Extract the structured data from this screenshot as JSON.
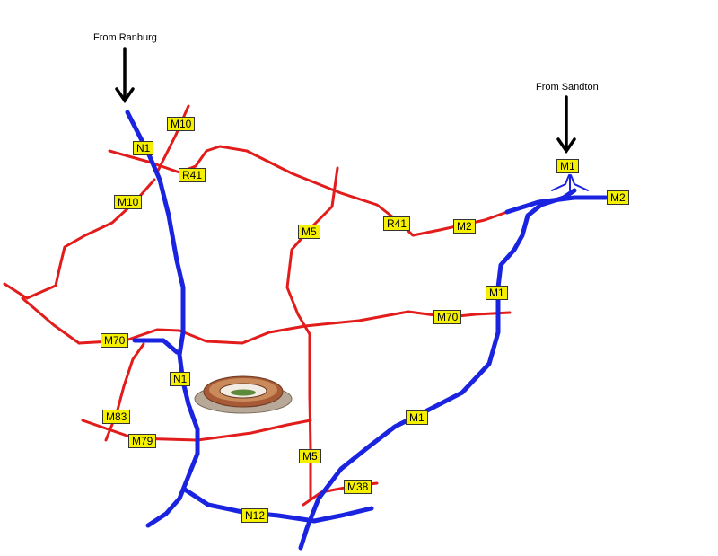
{
  "origins": {
    "ranburg": "From Ranburg",
    "sandton": "From Sandton"
  },
  "road_labels": {
    "n1_top": "N1",
    "m10_top": "M10",
    "r41_left": "R41",
    "m10_left": "M10",
    "m5_top": "M5",
    "r41_right": "R41",
    "m2_mid": "M2",
    "m1_top": "M1",
    "m2_right": "M2",
    "m1_mid": "M1",
    "m70_right": "M70",
    "m70_left": "M70",
    "n1_mid": "N1",
    "m83": "M83",
    "m79": "M79",
    "m1_low": "M1",
    "m5_low": "M5",
    "m38": "M38",
    "n12": "N12"
  },
  "colors": {
    "highway": "#1a24e0",
    "metro_road": "#e21b1b",
    "label_fill": "#f5f000"
  },
  "landmark": "stadium-icon"
}
